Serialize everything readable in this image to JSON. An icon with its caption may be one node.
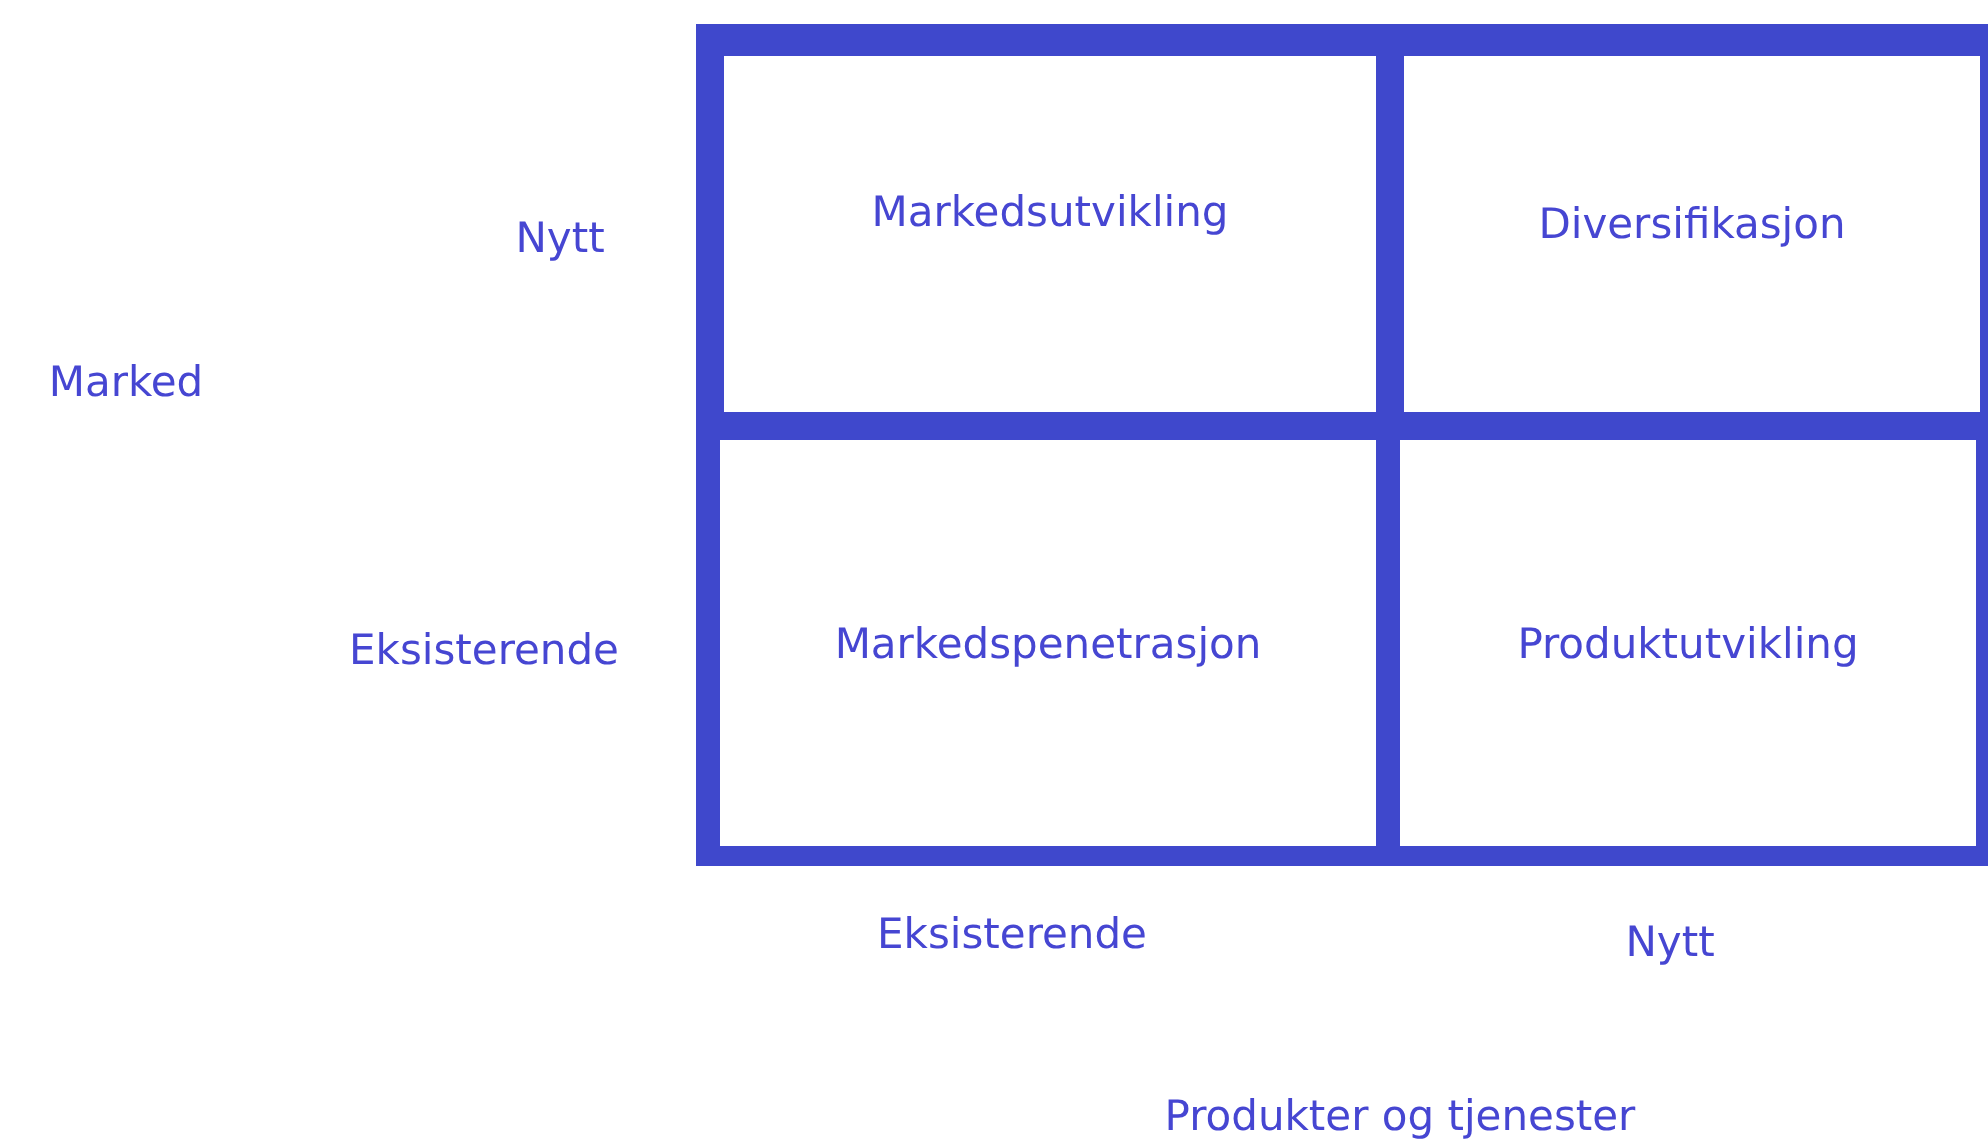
{
  "diagram": {
    "nodes": [
      {
        "text": [
          "Markedsutvikling"
        ]
      },
      {
        "text": [
          "Diversifikasjon"
        ]
      },
      {
        "text": [
          "Markedspenetrasjon"
        ]
      },
      {
        "text": [
          "Produktutvikling"
        ]
      }
    ],
    "labels": [
      "Nytt",
      "Marked",
      "Eksisterende",
      "Eksisterende",
      "Nytt",
      "Produkter og tjenester"
    ]
  }
}
